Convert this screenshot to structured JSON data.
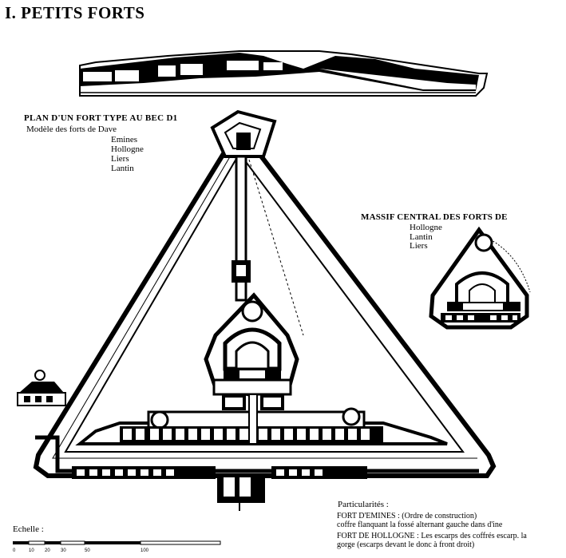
{
  "title": "I.  PETITS FORTS",
  "plan": {
    "heading": "PLAN D'UN FORT TYPE AU BEC D1",
    "subtitle": "Modèle des forts de Dave",
    "forts": [
      "Emines",
      "Hollogne",
      "Liers",
      "Lantin"
    ]
  },
  "massif": {
    "heading": "MASSIF CENTRAL DES FORTS DE",
    "forts": [
      "Hollogne",
      "Lantin",
      "Liers"
    ]
  },
  "notes": {
    "heading": "Particularités :",
    "lines": [
      "FORT D'EMINES : (Ordre de construction)",
      "coffre flanquant la fossé alternant gauche dans d'ine",
      "FORT DE HOLLOGNE : Les escarps des coffrés escarp. la",
      "gorge (escarps devant le donc à front droit)"
    ]
  },
  "scale": {
    "label": "Echelle :",
    "ticks": [
      "0",
      "10",
      "20",
      "30",
      "50",
      "100"
    ]
  }
}
